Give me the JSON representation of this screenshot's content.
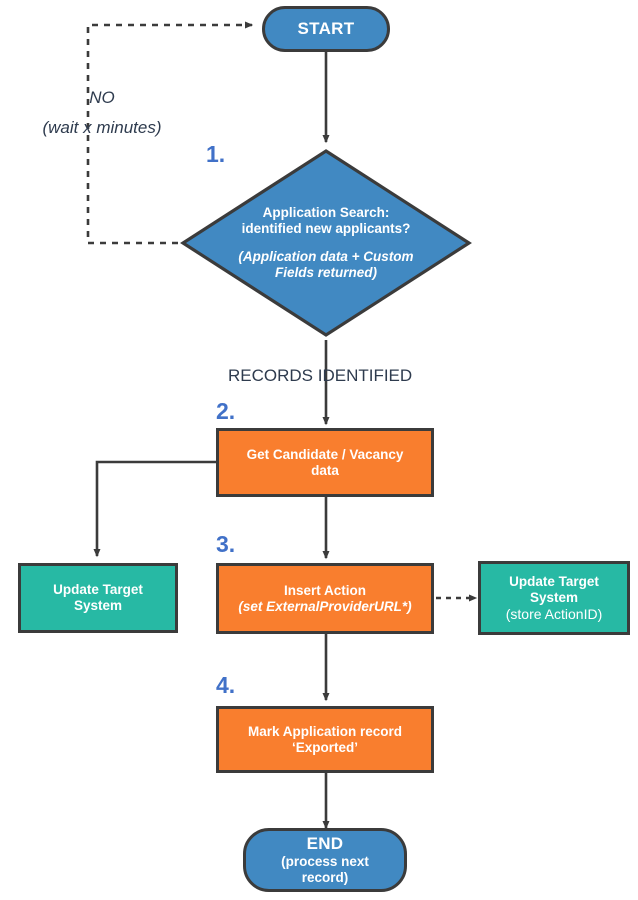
{
  "diagram": {
    "title_hidden": "",
    "colors": {
      "terminator_fill": "#4189c2",
      "process_fill": "#f97e2e",
      "external_fill": "#27b9a4",
      "stroke": "#3b3b3b",
      "step_number": "#4171c8",
      "label_text": "#2e3b4e",
      "node_text": "#ffffff",
      "background": "#ffffff"
    },
    "nodes": {
      "start": {
        "label": "START",
        "shape": "terminator"
      },
      "decision": {
        "step": "1.",
        "line1": "Application Search:",
        "line2": "identified new applicants?",
        "note": "(Application data + Custom Fields returned)",
        "note_line1": "(Application data + Custom",
        "note_line2": "Fields returned)",
        "shape": "diamond"
      },
      "get_data": {
        "step": "2.",
        "line1": "Get Candidate / Vacancy",
        "line2": "data",
        "shape": "process"
      },
      "update_left": {
        "line1": "Update Target",
        "line2": "System",
        "shape": "external"
      },
      "insert_action": {
        "step": "3.",
        "line1": "Insert Action",
        "line2": "(set ExternalProviderURL*)",
        "shape": "process"
      },
      "update_right": {
        "line1": "Update Target",
        "line2": "System",
        "line3": "(store ActionID)",
        "shape": "external"
      },
      "mark_record": {
        "step": "4.",
        "line1": "Mark Application record",
        "line2": "‘Exported’",
        "shape": "process"
      },
      "end": {
        "label": "END",
        "sub_line1": "(process next",
        "sub_line2": "record)",
        "shape": "terminator"
      }
    },
    "edge_labels": {
      "no_branch_line1": "NO",
      "no_branch_line2": "(wait x minutes)",
      "records_identified": "RECORDS IDENTIFIED"
    },
    "edges": [
      {
        "from": "start",
        "to": "decision",
        "style": "solid",
        "arrow": true
      },
      {
        "from": "decision",
        "to": "start",
        "style": "dashed",
        "arrow": true,
        "label": "NO (wait x minutes)"
      },
      {
        "from": "decision",
        "to": "get_data",
        "style": "solid",
        "arrow": true,
        "label": "RECORDS IDENTIFIED"
      },
      {
        "from": "get_data",
        "to": "update_left",
        "style": "solid",
        "arrow": true
      },
      {
        "from": "get_data",
        "to": "insert_action",
        "style": "solid",
        "arrow": true
      },
      {
        "from": "insert_action",
        "to": "update_right",
        "style": "dashed",
        "arrow": true
      },
      {
        "from": "insert_action",
        "to": "mark_record",
        "style": "solid",
        "arrow": true
      },
      {
        "from": "mark_record",
        "to": "end",
        "style": "solid",
        "arrow": true
      }
    ]
  }
}
